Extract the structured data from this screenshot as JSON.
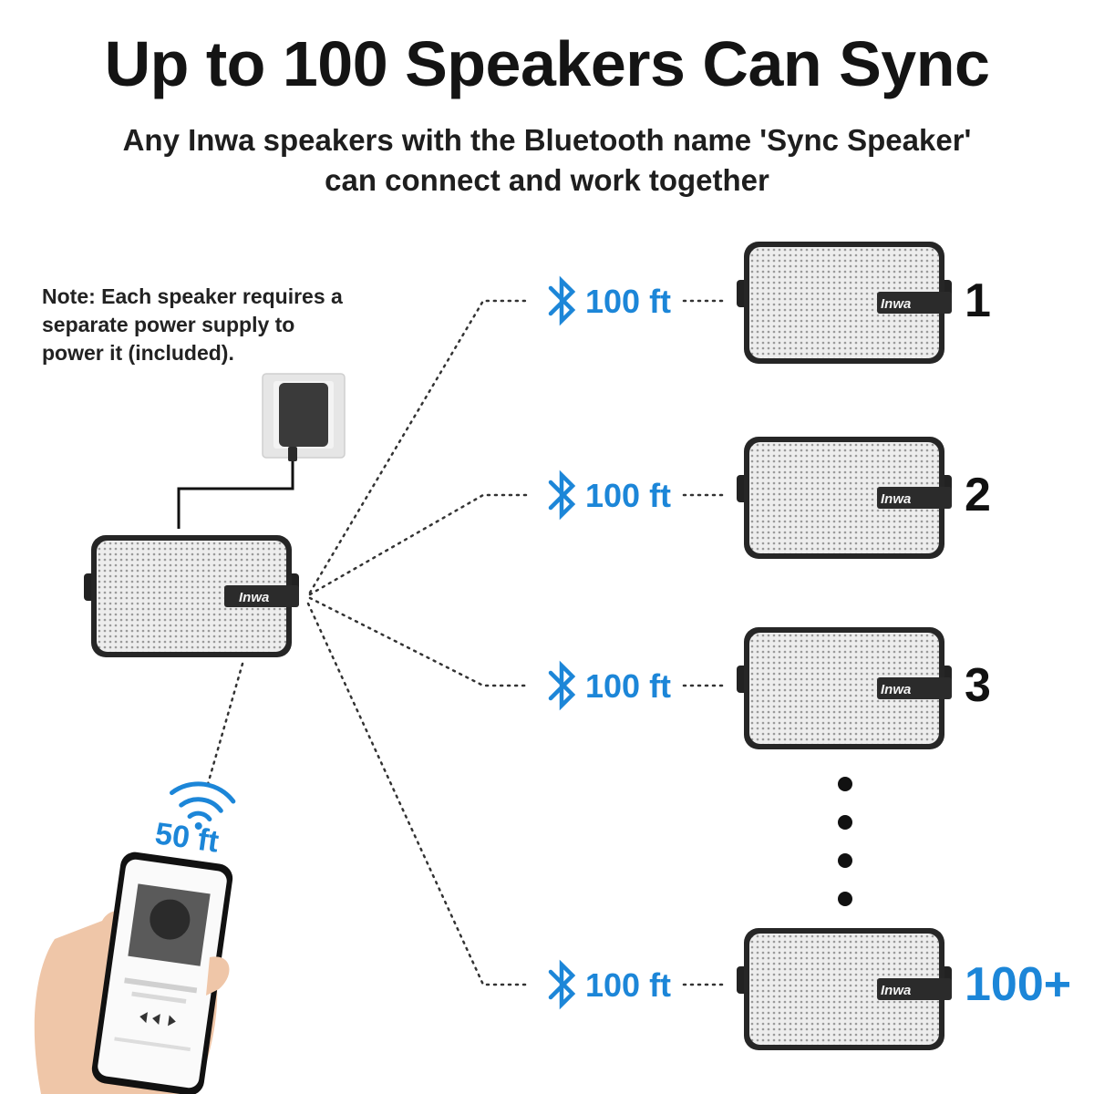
{
  "header": {
    "title": "Up to 100 Speakers Can Sync",
    "subtitle_line1": "Any Inwa speakers with the Bluetooth name 'Sync Speaker'",
    "subtitle_line2": "can connect and work together"
  },
  "note": {
    "line1": "Note: Each speaker requires a",
    "line2": "separate power supply to",
    "line3": "power it (included)."
  },
  "brand": "Inwa",
  "phone_link": {
    "distance": "50 ft",
    "icon": "wifi-icon"
  },
  "speakers": [
    {
      "label": "1",
      "distance": "100 ft",
      "icon": "bluetooth-icon"
    },
    {
      "label": "2",
      "distance": "100 ft",
      "icon": "bluetooth-icon"
    },
    {
      "label": "3",
      "distance": "100 ft",
      "icon": "bluetooth-icon"
    },
    {
      "label": "100+",
      "distance": "100 ft",
      "icon": "bluetooth-icon"
    }
  ],
  "colors": {
    "accent": "#1c86d8",
    "speaker_body": "#2a2a2a",
    "grille": "#e4e4e4"
  }
}
